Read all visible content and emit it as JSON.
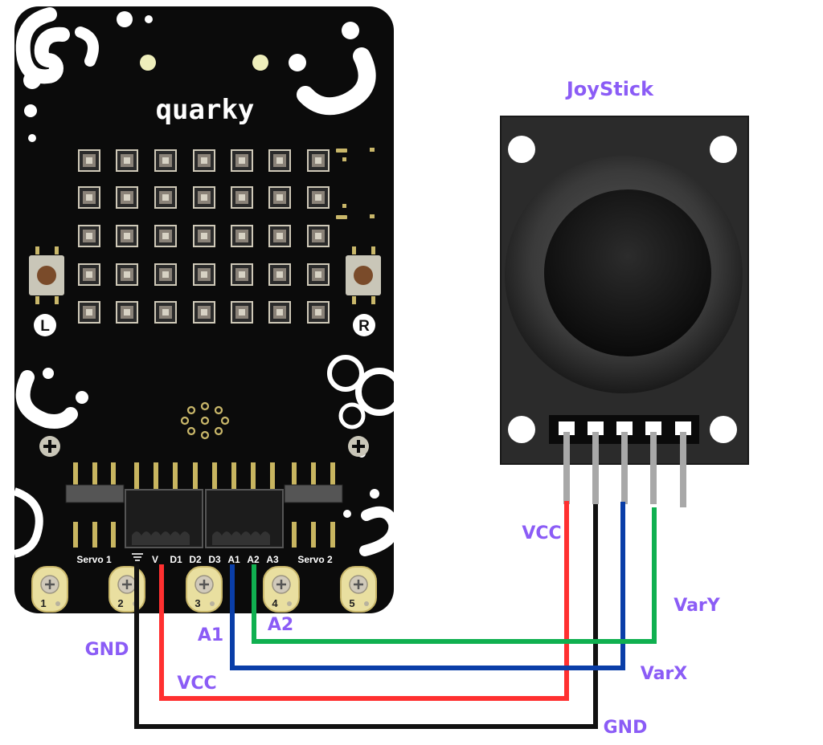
{
  "board": {
    "logo": "quarky",
    "buttons": {
      "left": "L",
      "right": "R"
    },
    "header_labels": {
      "servo1": "Servo 1",
      "v": "V",
      "d1": "D1",
      "d2": "D2",
      "d3": "D3",
      "a1": "A1",
      "a2": "A2",
      "a3": "A3",
      "servo2": "Servo 2"
    },
    "pads": [
      "1",
      "2",
      "3",
      "4",
      "5"
    ]
  },
  "joystick": {
    "title": "JoyStick"
  },
  "labels": {
    "board_gnd": "GND",
    "board_vcc": "VCC",
    "board_a1": "A1",
    "board_a2": "A2",
    "joy_vcc": "VCC",
    "joy_vary": "VarY",
    "joy_varx": "VarX",
    "joy_gnd": "GND"
  },
  "colors": {
    "label": "#8b5cf6",
    "wire_vcc": "#ff3030",
    "wire_gnd": "#111111",
    "wire_a1": "#0a3ea8",
    "wire_a2": "#10b050",
    "board": "#0b0b0b",
    "header_pin": "#c8b560",
    "led": "#cfc9b8"
  }
}
